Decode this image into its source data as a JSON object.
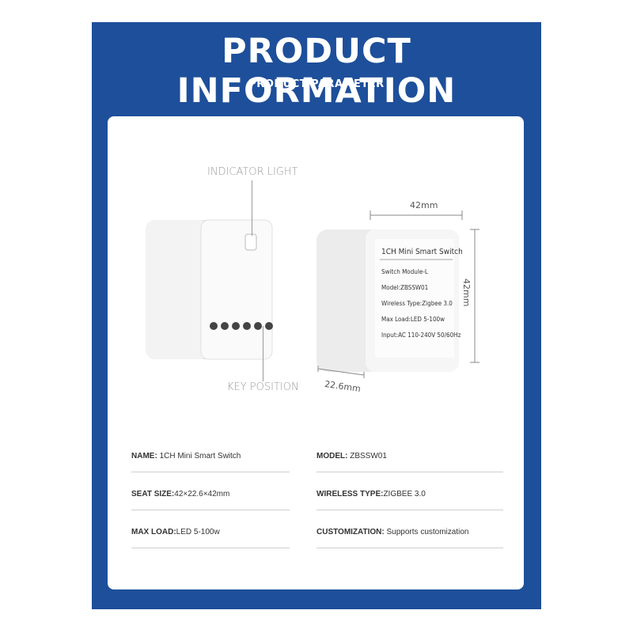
{
  "header": {
    "title": "PRODUCT INFORMATION",
    "subtitle": "PRODUCT PARAMETER"
  },
  "diagram": {
    "indicator_label": "INDICATOR LIGHT",
    "key_label": "KEY POSITION",
    "width_dim": "42mm",
    "height_dim": "42mm",
    "depth_dim": "22.6mm",
    "device_label": {
      "title": "1CH Mini Smart Switch",
      "line1": "Switch Module-L",
      "line2": "Model:ZBSSW01",
      "line3": "Wireless Type:Zigbee 3.0",
      "line4": "Max Load:LED 5-100w",
      "line5": "Input:AC 110-240V 50/60Hz"
    }
  },
  "specs": {
    "name_key": "NAME:",
    "name_val": "1CH Mini Smart Switch",
    "model_key": "MODEL:",
    "model_val": "ZBSSW01",
    "seat_key": "SEAT SIZE:",
    "seat_val": "42×22.6×42mm",
    "wireless_key": "WIRELESS TYPE:",
    "wireless_val": "ZIGBEE 3.0",
    "load_key": "MAX LOAD:",
    "load_val": "LED 5-100w",
    "custom_key": "CUSTOMIZATION:",
    "custom_val": "Supports customization"
  },
  "colors": {
    "panel": "#1e4f9a",
    "card": "#ffffff",
    "device": "#f1f1f1"
  }
}
